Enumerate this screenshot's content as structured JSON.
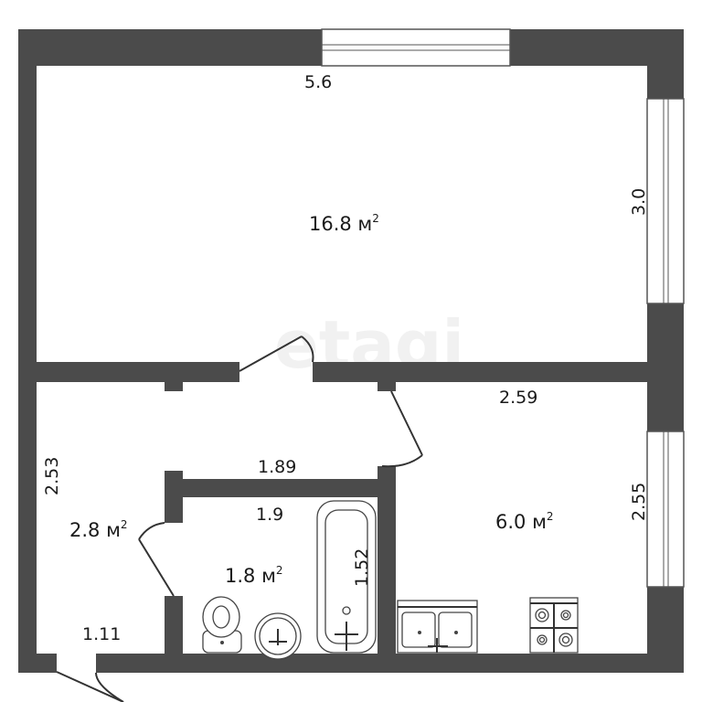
{
  "watermark": "etagi",
  "rooms": [
    {
      "name": "living-room",
      "area": "16.8 м",
      "unit_sup": "2"
    },
    {
      "name": "kitchen",
      "area": "6.0 м",
      "unit_sup": "2"
    },
    {
      "name": "hallway",
      "area": "2.8 м",
      "unit_sup": "2"
    },
    {
      "name": "bathroom",
      "area": "1.8 м",
      "unit_sup": "2"
    }
  ],
  "dimensions": {
    "living_width": "5.6",
    "living_depth": "3.0",
    "kitchen_width": "2.59",
    "kitchen_depth": "2.55",
    "hallway_depth": "2.53",
    "corridor_width": "1.89",
    "bathroom_width": "1.9",
    "bathroom_depth": "1.52",
    "entry_width": "1.11"
  },
  "colors": {
    "wall": "#4b4b4b",
    "background": "#ffffff"
  }
}
